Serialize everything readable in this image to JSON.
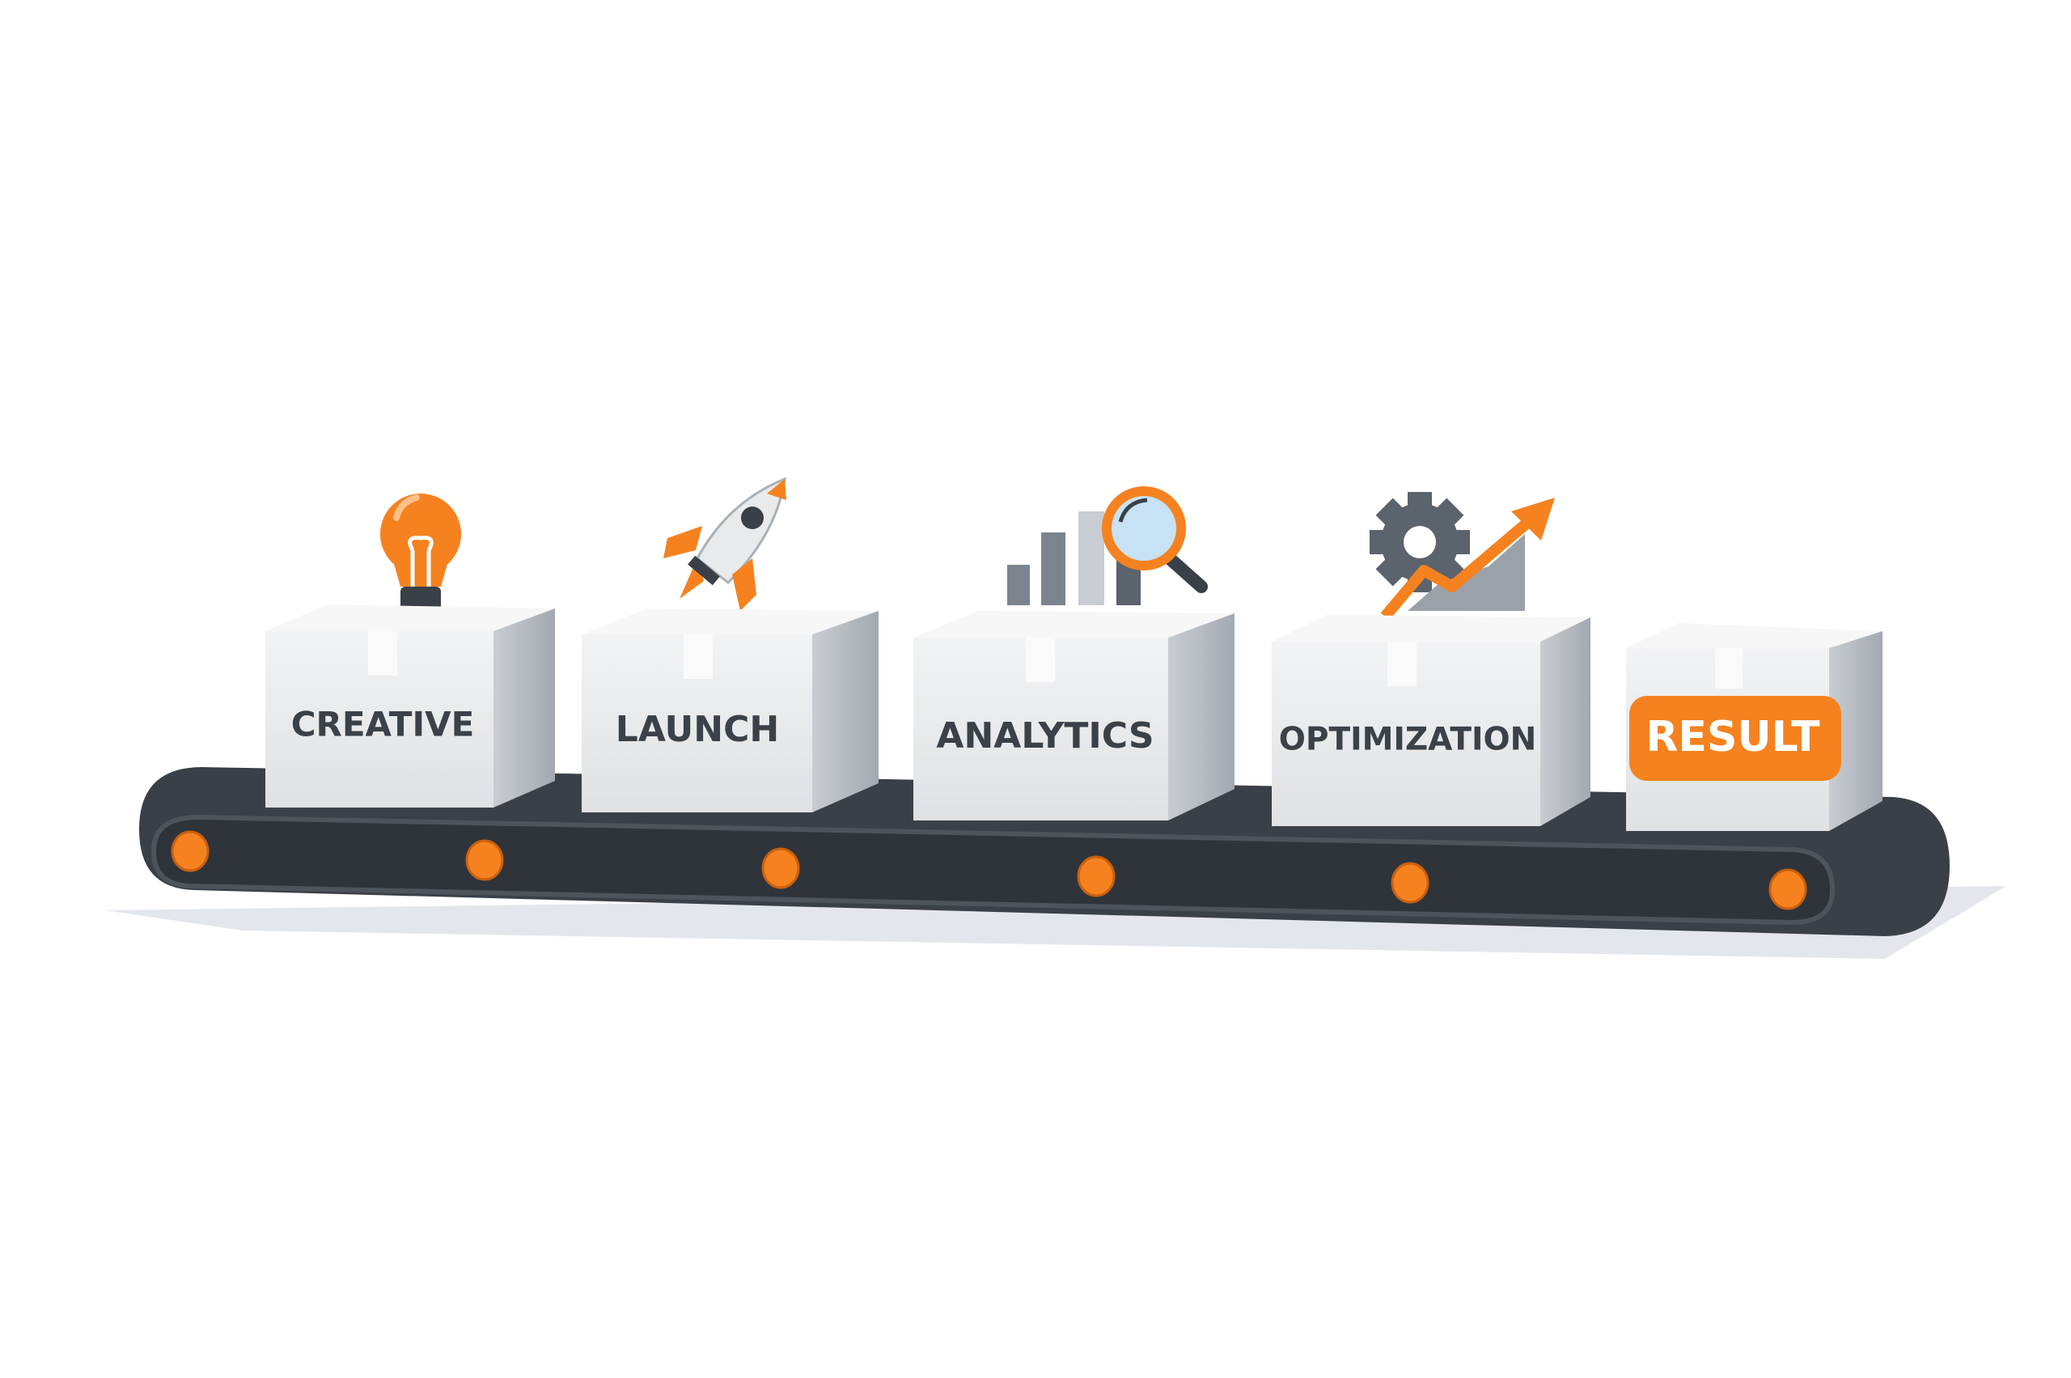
{
  "diagram": {
    "stages": [
      {
        "label": "CREATIVE",
        "icon": "lightbulb-icon"
      },
      {
        "label": "LAUNCH",
        "icon": "rocket-icon"
      },
      {
        "label": "ANALYTICS",
        "icon": "bar-chart-magnifier-icon"
      },
      {
        "label": "OPTIMIZATION",
        "icon": "gear-trend-arrow-icon"
      },
      {
        "label": "RESULT",
        "icon": "none"
      }
    ],
    "colors": {
      "accent": "#f5821f",
      "belt": "#3a4047",
      "box_front": "#e9eaec",
      "box_side": "#b7bcc3",
      "text": "#3b4148"
    }
  }
}
